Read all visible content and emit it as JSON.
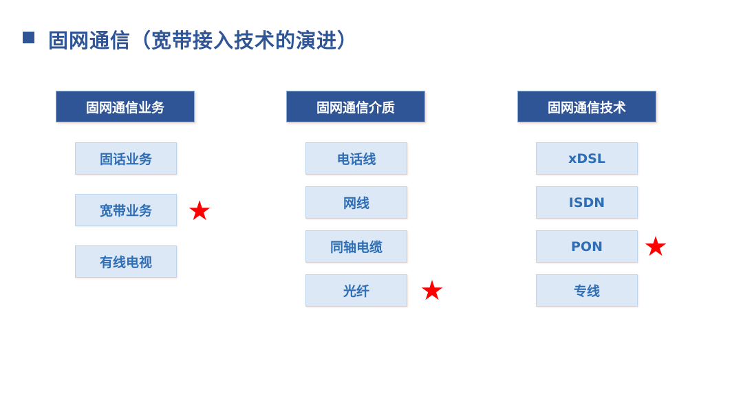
{
  "slide": {
    "title": "固网通信（宽带接入技术的演进）",
    "accent_color": "#2f5597",
    "item_bg_color": "#dce8f5",
    "item_text_color": "#2f6eb5",
    "star_color": "#ff0000",
    "star_glyph": "★"
  },
  "columns": [
    {
      "header": "固网通信业务",
      "items": [
        "固话业务",
        "宽带业务",
        "有线电视"
      ],
      "starred_index": 1
    },
    {
      "header": "固网通信介质",
      "items": [
        "电话线",
        "网线",
        "同轴电缆",
        "光纤"
      ],
      "starred_index": 3
    },
    {
      "header": "固网通信技术",
      "items": [
        "xDSL",
        "ISDN",
        "PON",
        "专线"
      ],
      "starred_index": 2
    }
  ]
}
